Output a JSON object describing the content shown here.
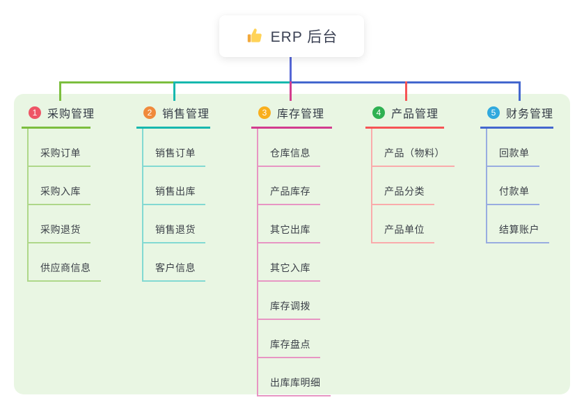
{
  "root": {
    "label": "ERP 后台",
    "icon": "thumbs-up-icon"
  },
  "colors": {
    "panel_bg": "#e9f6e3",
    "root_line": "#5566d6",
    "root_text": "#3c4254",
    "title_text": "#333a45",
    "child_text": "#3a3f47"
  },
  "branches": [
    {
      "num": "1",
      "title": "采购管理",
      "badge_color": "#ee5566",
      "line_color": "#7cbe3f",
      "child_line_color": "#aed789",
      "children": [
        "采购订单",
        "采购入库",
        "采购退货",
        "供应商信息"
      ]
    },
    {
      "num": "2",
      "title": "销售管理",
      "badge_color": "#f08a3c",
      "line_color": "#17b8ae",
      "child_line_color": "#82d9d2",
      "children": [
        "销售订单",
        "销售出库",
        "销售退货",
        "客户信息"
      ]
    },
    {
      "num": "3",
      "title": "库存管理",
      "badge_color": "#f9af1d",
      "line_color": "#d23c8e",
      "child_line_color": "#e795c3",
      "children": [
        "仓库信息",
        "产品库存",
        "其它出库",
        "其它入库",
        "库存调拨",
        "库存盘点",
        "出库库明细"
      ]
    },
    {
      "num": "4",
      "title": "产品管理",
      "badge_color": "#2fb152",
      "line_color": "#f65455",
      "child_line_color": "#faabab",
      "children": [
        "产品（物料）",
        "产品分类",
        "产品单位"
      ]
    },
    {
      "num": "5",
      "title": "财务管理",
      "badge_color": "#30a9de",
      "line_color": "#4467ce",
      "child_line_color": "#98ace0",
      "children": [
        "回款单",
        "付款单",
        "结算账户"
      ]
    }
  ]
}
